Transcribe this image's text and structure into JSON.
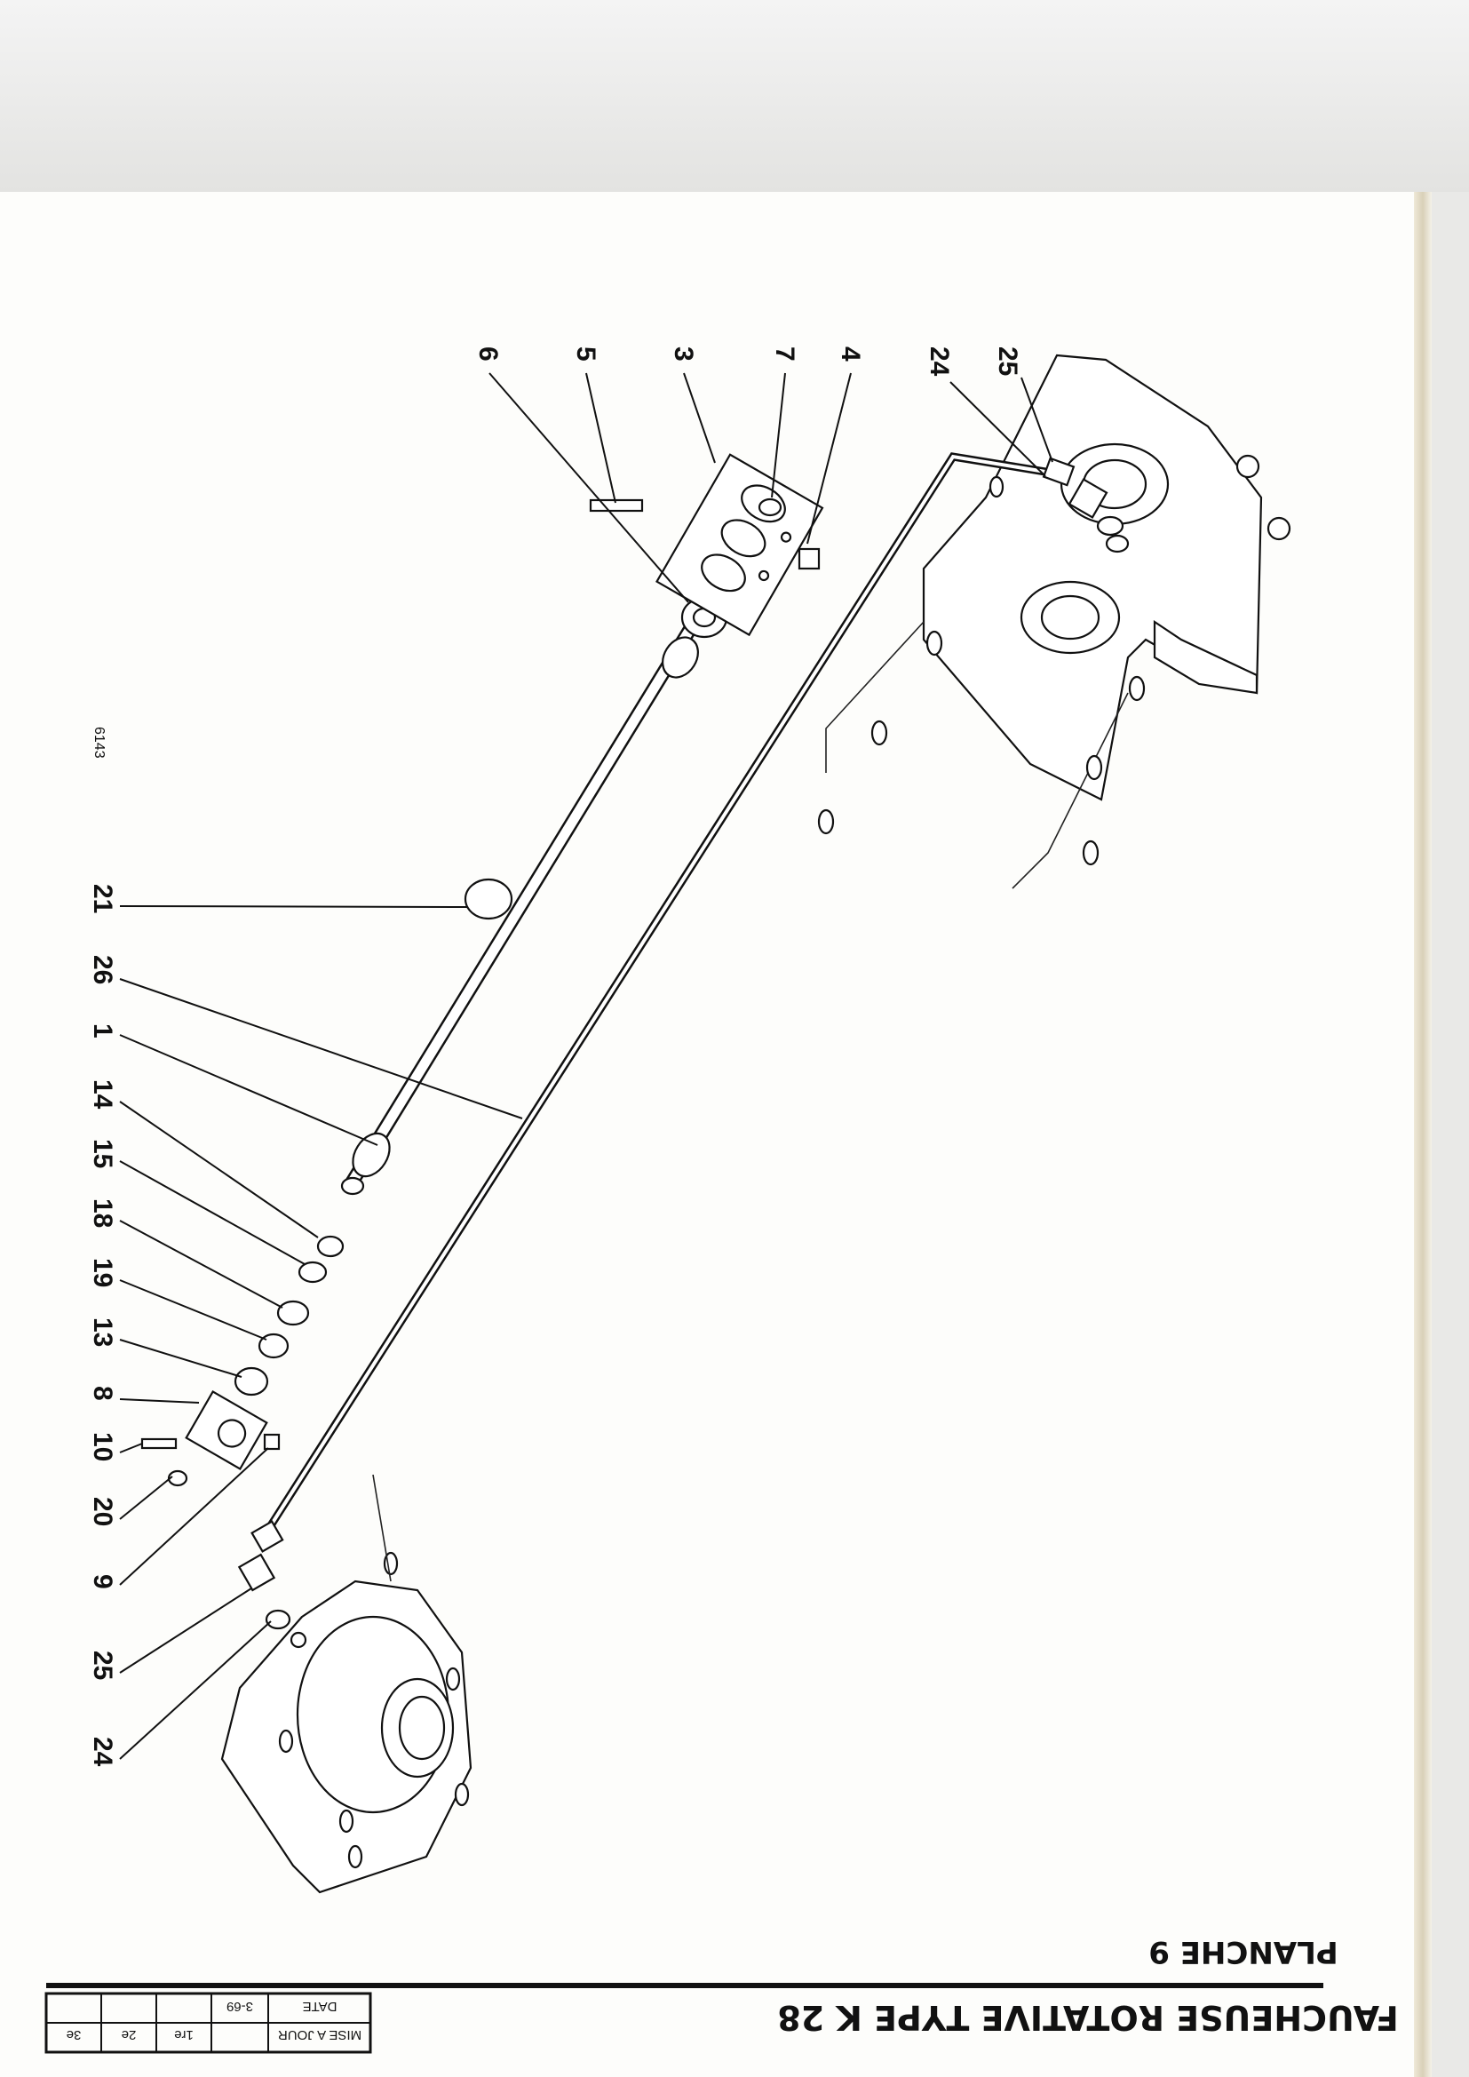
{
  "sheet": {
    "title": "FAUCHEUSE ROTATIVE TYPE K 28",
    "plate": "PLANCHE 9",
    "drawing_number": "6143"
  },
  "update_table": {
    "header_label": "MISE A JOUR",
    "date_label": "DATE",
    "date_value": "3-69",
    "revisions": [
      "1re",
      "2e",
      "3e"
    ]
  },
  "callouts_top": [
    "6",
    "5",
    "3",
    "7",
    "4",
    "24",
    "25"
  ],
  "callouts_left": [
    "21",
    "26",
    "1",
    "14",
    "15",
    "18",
    "19",
    "13",
    "8",
    "10",
    "20",
    "9",
    "25",
    "24"
  ]
}
